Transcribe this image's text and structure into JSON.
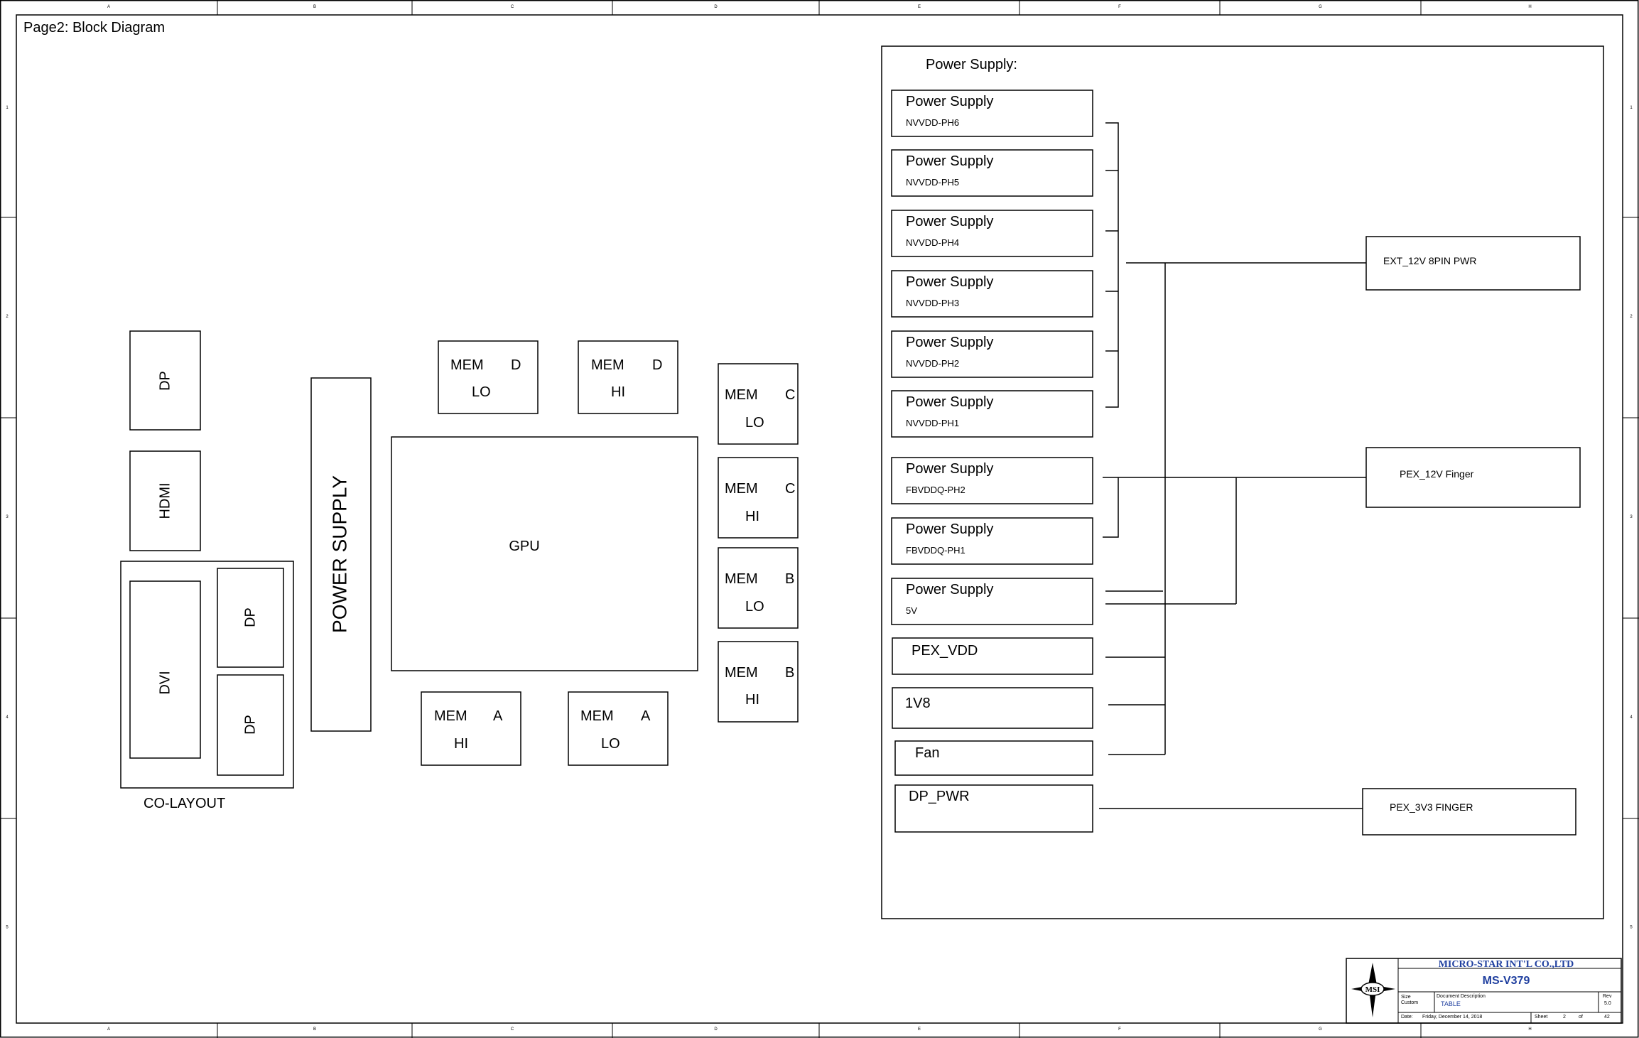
{
  "page_title": "Page2: Block Diagram",
  "border": {
    "col_markers": [
      "A",
      "B",
      "C",
      "D",
      "E",
      "F",
      "G",
      "H"
    ],
    "row_markers": [
      "1",
      "2",
      "3",
      "4",
      "5"
    ]
  },
  "left": {
    "connectors": {
      "dp_top": "DP",
      "hdmi": "HDMI",
      "dvi": "DVI",
      "dp_upper": "DP",
      "dp_lower": "DP",
      "co_layout": "CO-LAYOUT"
    },
    "power_supply": "POWER SUPPLY",
    "gpu": "GPU",
    "memories": {
      "mem_d_lo": {
        "name": "MEM",
        "channel": "D",
        "bank": "LO"
      },
      "mem_d_hi": {
        "name": "MEM",
        "channel": "D",
        "bank": "HI"
      },
      "mem_c_lo": {
        "name": "MEM",
        "channel": "C",
        "bank": "LO"
      },
      "mem_c_hi": {
        "name": "MEM",
        "channel": "C",
        "bank": "HI"
      },
      "mem_b_lo": {
        "name": "MEM",
        "channel": "B",
        "bank": "LO"
      },
      "mem_b_hi": {
        "name": "MEM",
        "channel": "B",
        "bank": "HI"
      },
      "mem_a_hi": {
        "name": "MEM",
        "channel": "A",
        "bank": "HI"
      },
      "mem_a_lo": {
        "name": "MEM",
        "channel": "A",
        "bank": "LO"
      }
    }
  },
  "power_section": {
    "heading": "Power Supply:",
    "supplies": [
      {
        "label": "Power Supply",
        "rail": "NVVDD-PH6"
      },
      {
        "label": "Power Supply",
        "rail": "NVVDD-PH5"
      },
      {
        "label": "Power Supply",
        "rail": "NVVDD-PH4"
      },
      {
        "label": "Power Supply",
        "rail": "NVVDD-PH3"
      },
      {
        "label": "Power Supply",
        "rail": "NVVDD-PH2"
      },
      {
        "label": "Power Supply",
        "rail": "NVVDD-PH1"
      },
      {
        "label": "Power Supply",
        "rail": "FBVDDQ-PH2"
      },
      {
        "label": "Power Supply",
        "rail": "FBVDDQ-PH1"
      },
      {
        "label": "Power Supply",
        "rail": "5V"
      }
    ],
    "misc": {
      "pex_vdd": "PEX_VDD",
      "v1v8": "1V8",
      "fan": "Fan",
      "dp_pwr": "DP_PWR"
    },
    "sources": {
      "ext_12v": "EXT_12V 8PIN PWR",
      "pex_12v": "PEX_12V Finger",
      "pex_3v3": "PEX_3V3 FINGER"
    }
  },
  "title_block": {
    "company": "MICRO-STAR INT'L CO.,LTD",
    "model": "MS-V379",
    "logo_text": "MSI",
    "size_label": "Size",
    "size_value": "Custom",
    "doc_label": "Document Description",
    "doc_value": "TABLE",
    "rev_label": "Rev",
    "rev_value": "5.0",
    "date_label": "Date:",
    "date_value": "Friday, December 14, 2018",
    "sheet_label": "Sheet",
    "sheet_num": "2",
    "of_label": "of",
    "sheet_total": "42"
  },
  "colors": {
    "company_text": "#1f3f9f",
    "line": "#000000"
  }
}
